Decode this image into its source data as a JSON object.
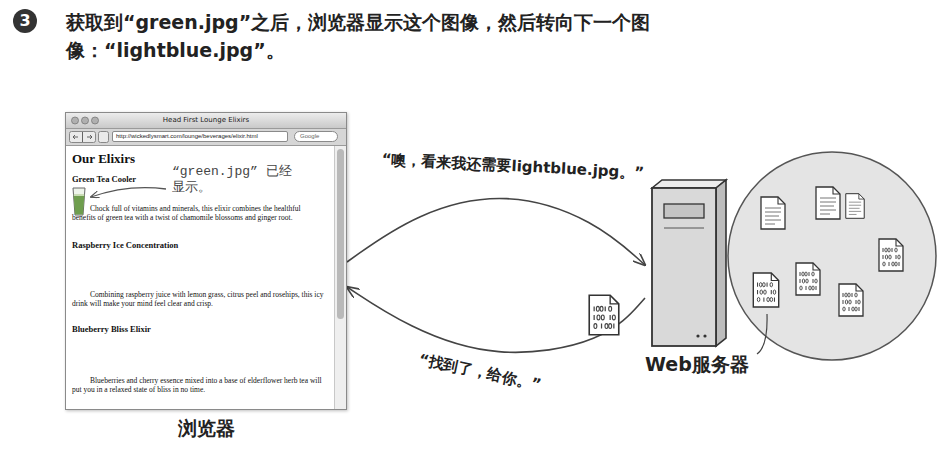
{
  "diagram": {
    "title": "获取到“green.jpg”之后，浏览器显示这个图像，然后转向下一个图像：“lightblue.jpg”。",
    "nodes": [
      {
        "text": [
          "Head First Lounge Elixirs",
          "http://wickedlysmart.com/lounge/beverages/elixir.html",
          "Google",
          "Our Elixirs",
          "Green Tea Cooler",
          "Chock full of vitamins and minerals, this elixir combines the healthful benefits of green tea with a twist of chamomile blossoms and ginger root.",
          "Raspberry Ice Concentration",
          "Combining raspberry juice with lemon grass, citrus peel and rosehips, this icy drink will make your mind feel clear and crisp.",
          "Blueberry Bliss Elixir",
          "Blueberries and cherry essence mixed into a base of elderflower herb tea will put you in a relaxed state of bliss in no time.",
          "浏览器"
        ]
      },
      {
        "text": [
          "Web服务器"
        ]
      }
    ],
    "edges": [
      {
        "from": 0,
        "to": 1,
        "arrow": "to",
        "label": "“噢，看来我还需要lightblue.jpg。”"
      },
      {
        "from": 1,
        "to": 0,
        "arrow": "to",
        "label": "“找到了，给你。”"
      }
    ],
    "labels": [
      "3",
      "“green.jpg” 已经显示。"
    ]
  }
}
